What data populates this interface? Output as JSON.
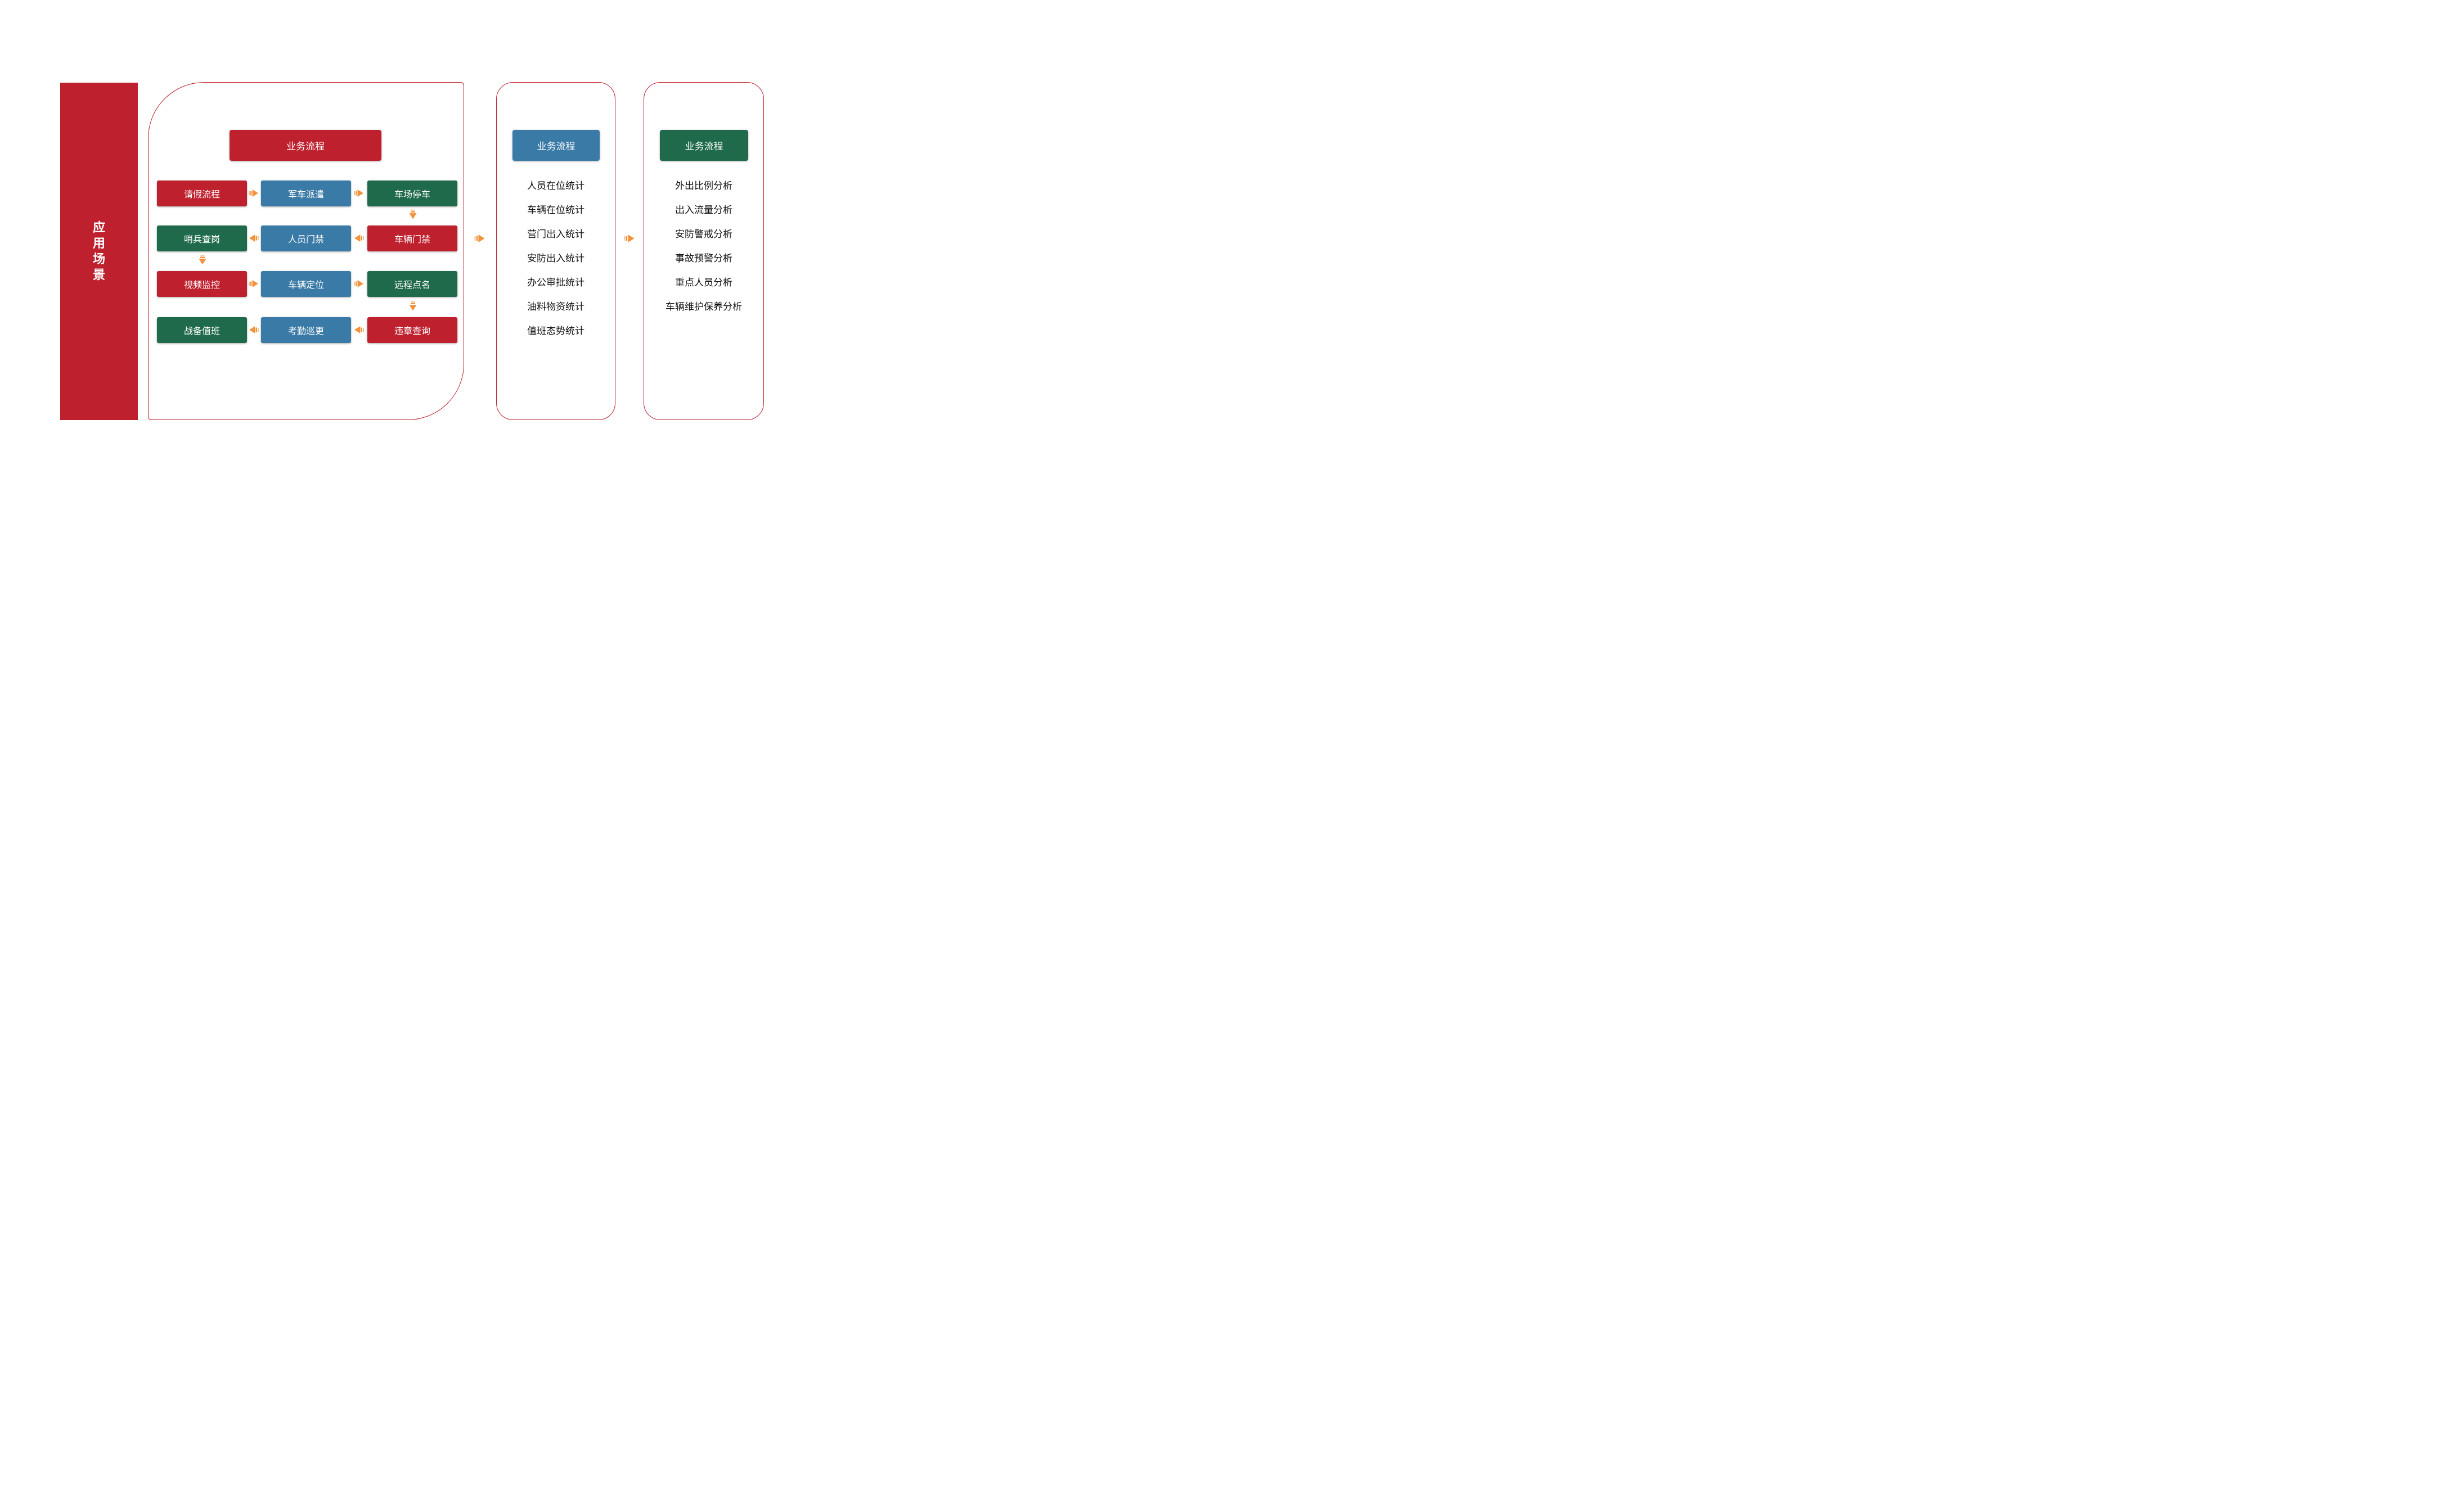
{
  "colors": {
    "red": "#BE202E",
    "blue": "#3A7AA6",
    "green": "#1F6A4B",
    "orange": "#F2923B",
    "orange_stripe_light": "#F7C493",
    "list_text": "#111111",
    "background": "#FFFFFF",
    "panel_border": "#BE202E"
  },
  "icons": {
    "flow_arrow_right": "striped-right-arrow ⇨",
    "flow_arrow_left": "striped-left-arrow ⇦",
    "flow_arrow_down": "striped-down-arrow ⇩"
  },
  "sidebar": {
    "label": "应用场景",
    "chars": [
      "应",
      "用",
      "场",
      "景"
    ]
  },
  "panels": [
    {
      "header": "业务流程",
      "rows": [
        {
          "cells": [
            "请假流程",
            "军车派遣",
            "车场停车"
          ]
        },
        {
          "cells": [
            "哨兵查岗",
            "人员门禁",
            "车辆门禁"
          ]
        },
        {
          "cells": [
            "视频监控",
            "车辆定位",
            "远程点名"
          ]
        },
        {
          "cells": [
            "战备值班",
            "考勤巡更",
            "违章查询"
          ]
        }
      ]
    },
    {
      "header": "业务流程",
      "items": [
        "人员在位统计",
        "车辆在位统计",
        "营门出入统计",
        "安防出入统计",
        "办公审批统计",
        "油料物资统计",
        "值班态势统计"
      ]
    },
    {
      "header": "业务流程",
      "items": [
        "外出比例分析",
        "出入流量分析",
        "安防警戒分析",
        "事故预警分析",
        "重点人员分析",
        "车辆维护保养分析"
      ]
    }
  ]
}
